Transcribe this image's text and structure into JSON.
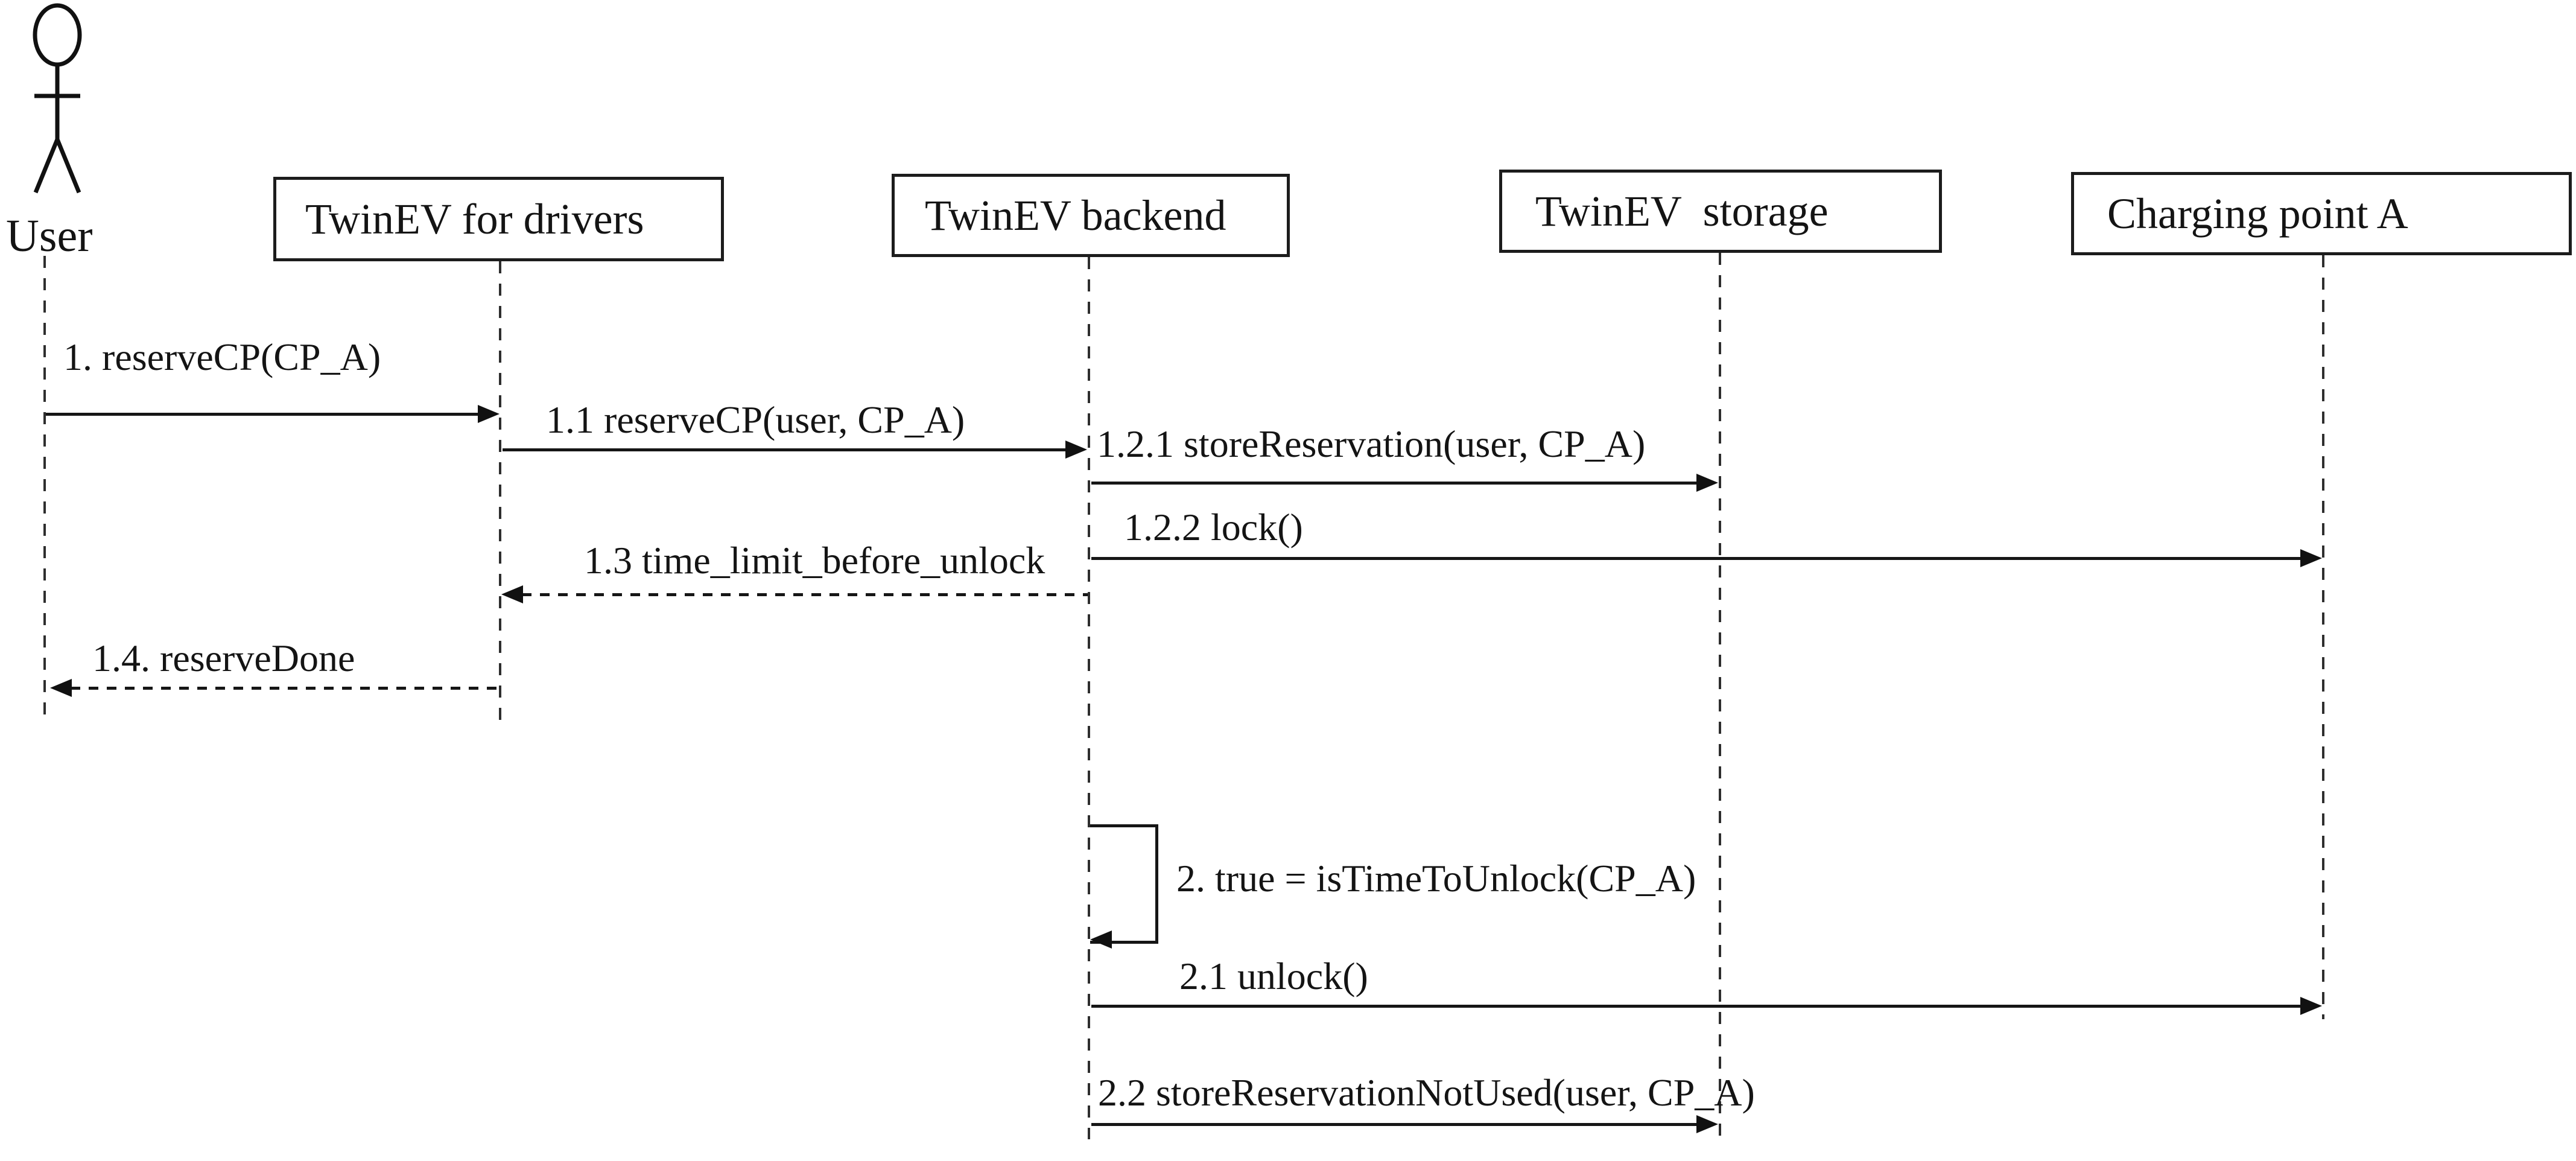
{
  "diagram": {
    "type": "uml-sequence-diagram",
    "actor": {
      "label": "User"
    },
    "lifelines": [
      {
        "label": "TwinEV for drivers"
      },
      {
        "label": "TwinEV backend"
      },
      {
        "label": "TwinEV  storage"
      },
      {
        "label": "Charging point A"
      }
    ],
    "messages": [
      {
        "seq": "1.",
        "label": "1. reserveCP(CP_A)",
        "from": "User",
        "to": "TwinEV for drivers",
        "line": "solid",
        "direction": "right"
      },
      {
        "seq": "1.1",
        "label": "1.1 reserveCP(user, CP_A)",
        "from": "TwinEV for drivers",
        "to": "TwinEV backend",
        "line": "solid",
        "direction": "right"
      },
      {
        "seq": "1.2.1",
        "label": "1.2.1 storeReservation(user, CP_A)",
        "from": "TwinEV backend",
        "to": "TwinEV storage",
        "line": "solid",
        "direction": "right"
      },
      {
        "seq": "1.2.2",
        "label": "1.2.2 lock()",
        "from": "TwinEV backend",
        "to": "Charging point A",
        "line": "solid",
        "direction": "right"
      },
      {
        "seq": "1.3",
        "label": "1.3 time_limit_before_unlock",
        "from": "TwinEV backend",
        "to": "TwinEV for drivers",
        "line": "dashed",
        "direction": "left"
      },
      {
        "seq": "1.4.",
        "label": "1.4. reserveDone",
        "from": "TwinEV for drivers",
        "to": "User",
        "line": "dashed",
        "direction": "left"
      },
      {
        "seq": "2.",
        "label": "2. true = isTimeToUnlock(CP_A)",
        "from": "TwinEV backend",
        "to": "TwinEV backend",
        "line": "solid",
        "direction": "self"
      },
      {
        "seq": "2.1",
        "label": "2.1 unlock()",
        "from": "TwinEV backend",
        "to": "Charging point A",
        "line": "solid",
        "direction": "right"
      },
      {
        "seq": "2.2",
        "label": "2.2 storeReservationNotUsed(user, CP_A)",
        "from": "TwinEV backend",
        "to": "TwinEV storage",
        "line": "solid",
        "direction": "right"
      }
    ]
  }
}
